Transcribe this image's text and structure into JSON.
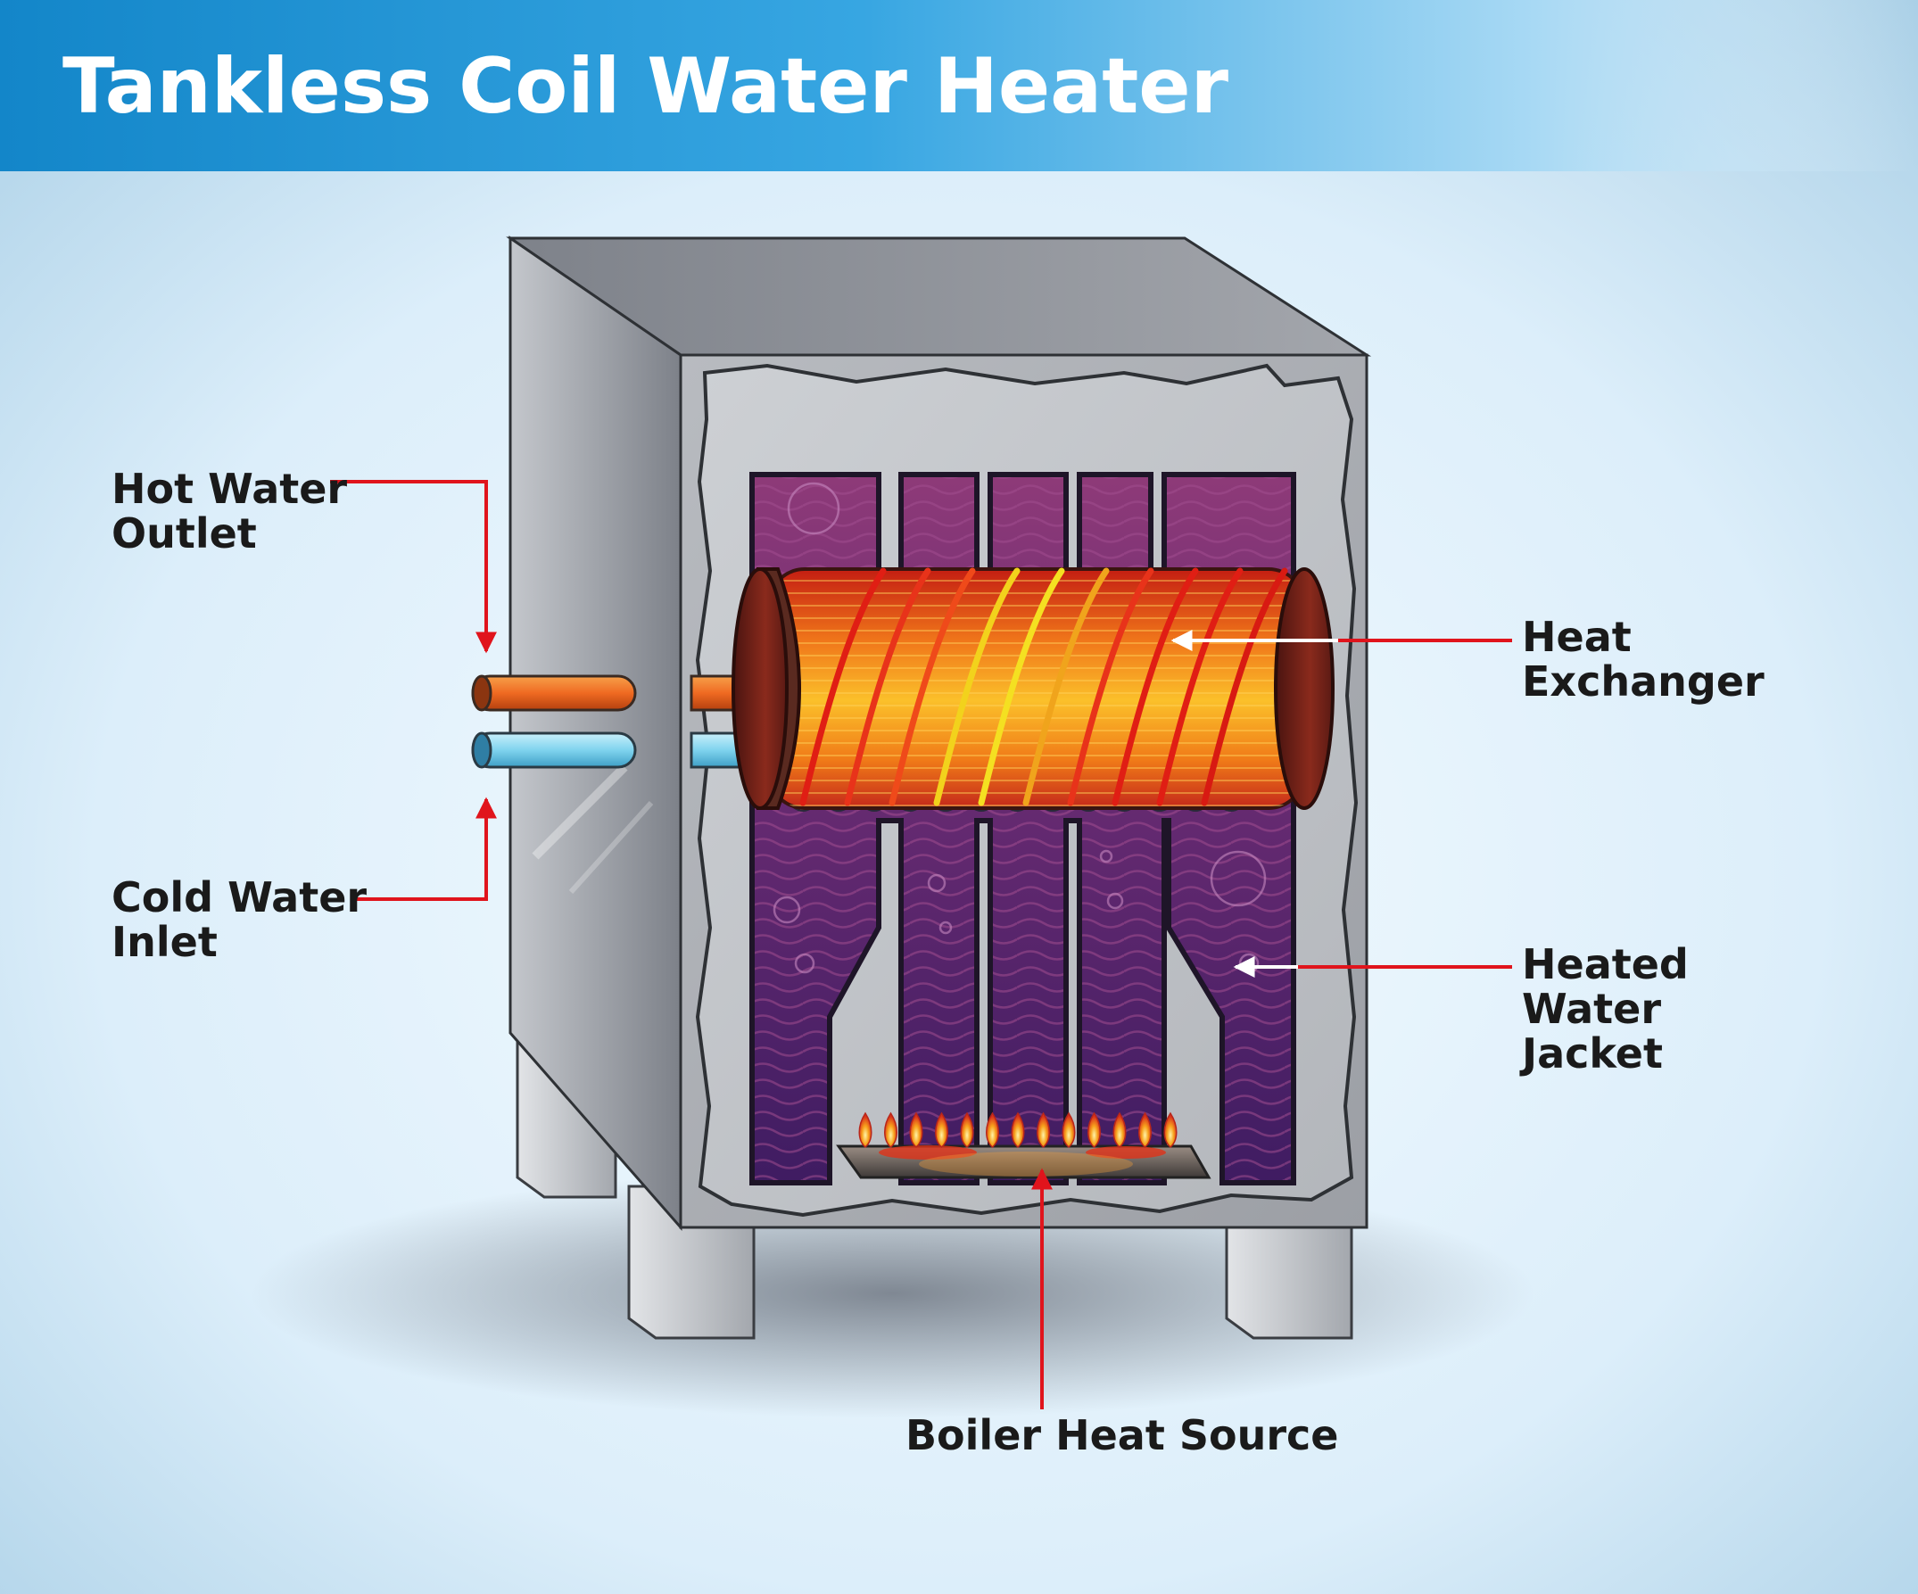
{
  "title": "Tankless Coil Water Heater",
  "labels": {
    "hot_water_outlet": [
      "Hot Water",
      "Outlet"
    ],
    "cold_water_inlet": [
      "Cold Water",
      "Inlet"
    ],
    "heat_exchanger": [
      "Heat",
      "Exchanger"
    ],
    "heated_water_jacket": [
      "Heated",
      "Water",
      "Jacket"
    ],
    "boiler_heat_source": [
      "Boiler Heat Source"
    ]
  },
  "colors": {
    "title_bar": "#1c8fd0",
    "background": "#e6f3fb",
    "cabinet": "#a9acb1",
    "water_jacket": "#5c2a6e",
    "heat_exchanger": "#f28a1a",
    "hot_pipe": "#ef6a22",
    "cold_pipe": "#7fd3ee",
    "leader_line": "#e0141c",
    "label_text": "#1a1a1a"
  },
  "icons": [
    "flame-icon",
    "arrow-icon"
  ]
}
